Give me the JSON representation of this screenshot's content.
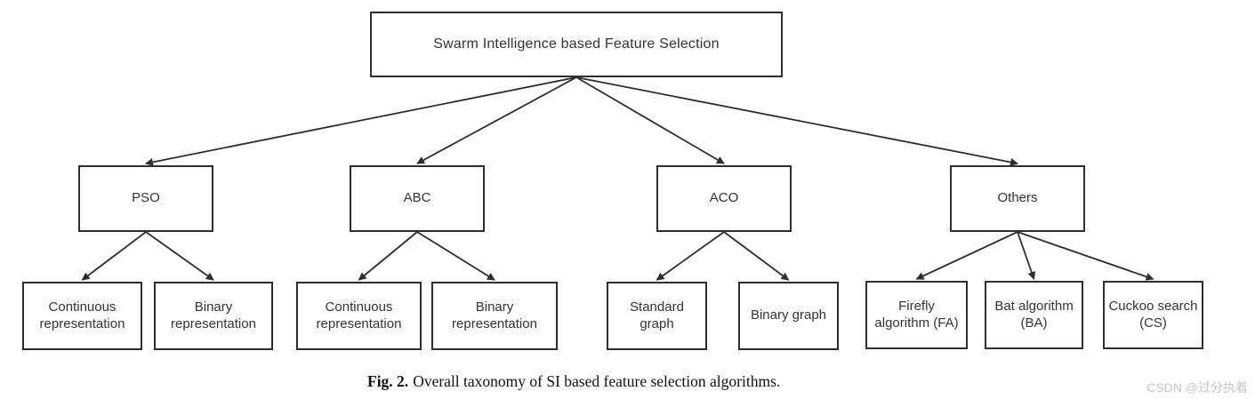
{
  "diagram": {
    "title_node": "Swarm Intelligence based Feature Selection",
    "nodes": [
      {
        "id": "root",
        "label": "Swarm Intelligence based Feature Selection"
      },
      {
        "id": "pso",
        "label": "PSO"
      },
      {
        "id": "abc",
        "label": "ABC"
      },
      {
        "id": "aco",
        "label": "ACO"
      },
      {
        "id": "others",
        "label": "Others"
      },
      {
        "id": "pso-cont",
        "label": "Continuous representation"
      },
      {
        "id": "pso-bin",
        "label": "Binary representation"
      },
      {
        "id": "abc-cont",
        "label": "Continuous representation"
      },
      {
        "id": "abc-bin",
        "label": "Binary representation"
      },
      {
        "id": "aco-std",
        "label": "Standard graph"
      },
      {
        "id": "aco-bin",
        "label": "Binary graph"
      },
      {
        "id": "firefly",
        "label": "Firefly algorithm (FA)"
      },
      {
        "id": "bat",
        "label": "Bat algorithm (BA)"
      },
      {
        "id": "cuckoo",
        "label": "Cuckoo search (CS)"
      }
    ],
    "edges": [
      [
        "root",
        "pso"
      ],
      [
        "root",
        "abc"
      ],
      [
        "root",
        "aco"
      ],
      [
        "root",
        "others"
      ],
      [
        "pso",
        "pso-cont"
      ],
      [
        "pso",
        "pso-bin"
      ],
      [
        "abc",
        "abc-cont"
      ],
      [
        "abc",
        "abc-bin"
      ],
      [
        "aco",
        "aco-std"
      ],
      [
        "aco",
        "aco-bin"
      ],
      [
        "others",
        "firefly"
      ],
      [
        "others",
        "bat"
      ],
      [
        "others",
        "cuckoo"
      ]
    ]
  },
  "caption": {
    "label": "Fig. 2.",
    "text": "Overall taxonomy of SI based feature selection algorithms."
  },
  "watermark": {
    "text": "CSDN @过分执着"
  },
  "colors": {
    "box_border": "#2e2e2e",
    "arrow": "#2e2e2e",
    "node_text": "#333333",
    "caption_text": "#111111",
    "watermark_text": "#c5c5c5",
    "background": "#ffffff"
  }
}
